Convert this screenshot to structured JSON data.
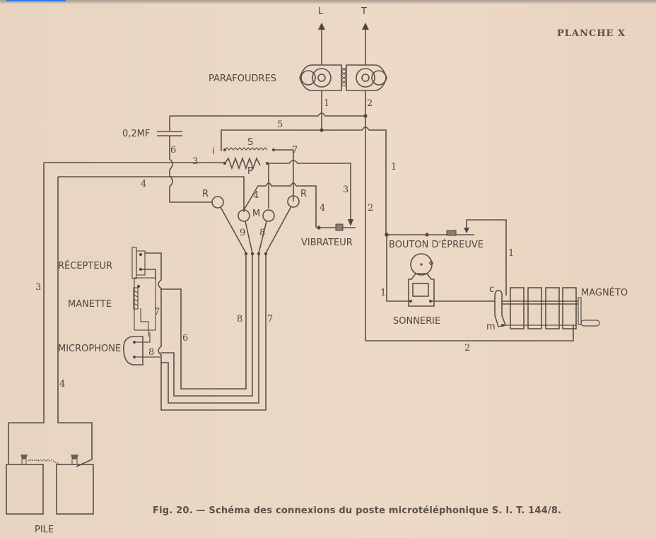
{
  "page": {
    "plate_label": "PLANCHE X",
    "caption": "Fig. 20. — Schéma des connexions du poste microtéléphonique S. I. T. 144/8."
  },
  "diagram": {
    "terminals": {
      "line": "L",
      "earth": "T"
    },
    "components": {
      "lightning_arresters": "PARAFOUDRES",
      "capacitor": "0,2MF",
      "secondary_coil": "S",
      "primary_coil": "P",
      "induction_terminal": "i",
      "receiver_jack_left": "R",
      "receiver_jack_right": "R",
      "microphone_jack": "M",
      "vibrator": "VIBRATEUR",
      "test_button": "BOUTON D'ÉPREUVE",
      "bell": "SONNERIE",
      "magneto": "MAGNÉTO",
      "magneto_terminal_c": "c",
      "magneto_terminal_m": "m",
      "receiver": "RÉCEPTEUR",
      "handle": "MANETTE",
      "microphone": "MICROPHONE",
      "battery": "PILE"
    },
    "wire_numbers": {
      "arrester_L": "1",
      "arrester_T": "2",
      "top_5": "5",
      "cap_6": "6",
      "left_3": "3",
      "left_4": "4",
      "coil_7": "7",
      "fan_4": "4",
      "jack_9": "9",
      "jack_8": "8",
      "vib_4": "4",
      "vib_3": "3",
      "right_1": "1",
      "right_2": "2",
      "bell_1": "1",
      "button_1": "1",
      "bottom_2": "2",
      "handset_7": "7",
      "handset_8": "8",
      "cord_6": "6",
      "cord_8": "8",
      "cord_7": "7",
      "battery_3": "3",
      "battery_4": "4"
    }
  }
}
